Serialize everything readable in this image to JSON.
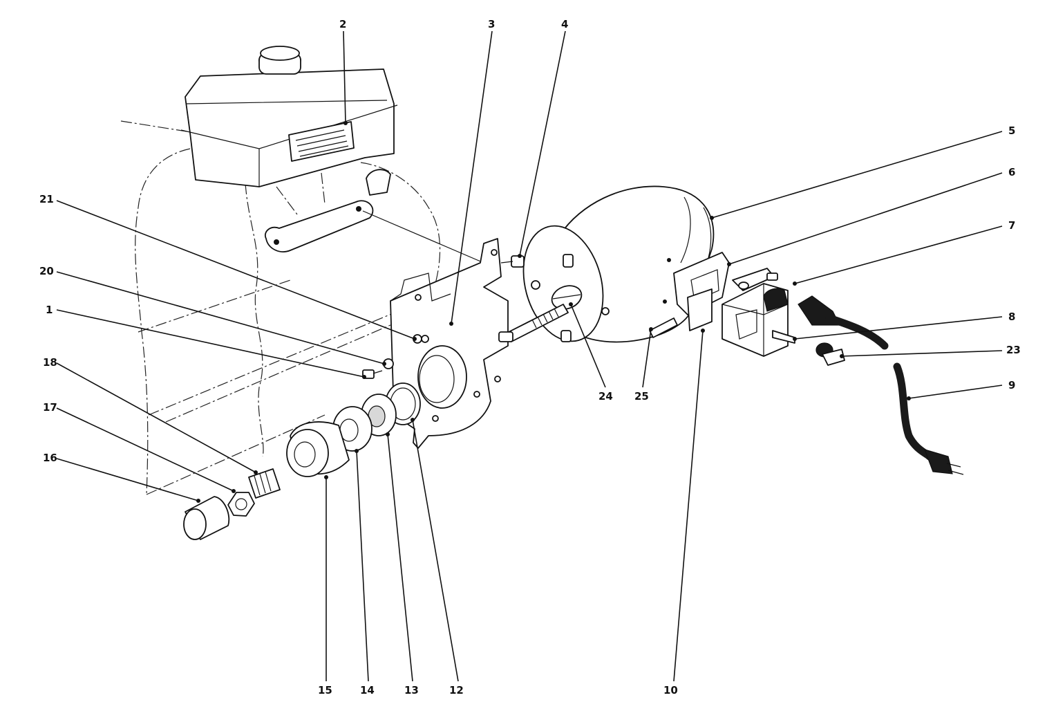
{
  "diagram": {
    "type": "exploded-parts-view",
    "callouts": [
      {
        "id": "c1",
        "text": "1"
      },
      {
        "id": "c2",
        "text": "2"
      },
      {
        "id": "c3",
        "text": "3"
      },
      {
        "id": "c4",
        "text": "4"
      },
      {
        "id": "c5",
        "text": "5"
      },
      {
        "id": "c6",
        "text": "6"
      },
      {
        "id": "c7",
        "text": "7"
      },
      {
        "id": "c8",
        "text": "8"
      },
      {
        "id": "c9",
        "text": "9"
      },
      {
        "id": "c10",
        "text": "10"
      },
      {
        "id": "c12",
        "text": "12"
      },
      {
        "id": "c13",
        "text": "13"
      },
      {
        "id": "c14",
        "text": "14"
      },
      {
        "id": "c15",
        "text": "15"
      },
      {
        "id": "c16",
        "text": "16"
      },
      {
        "id": "c17",
        "text": "17"
      },
      {
        "id": "c18",
        "text": "18"
      },
      {
        "id": "c20",
        "text": "20"
      },
      {
        "id": "c21",
        "text": "21"
      },
      {
        "id": "c23",
        "text": "23"
      },
      {
        "id": "c24",
        "text": "24"
      },
      {
        "id": "c25",
        "text": "25"
      }
    ],
    "colors": {
      "line": "#111111",
      "background": "#ffffff"
    }
  }
}
